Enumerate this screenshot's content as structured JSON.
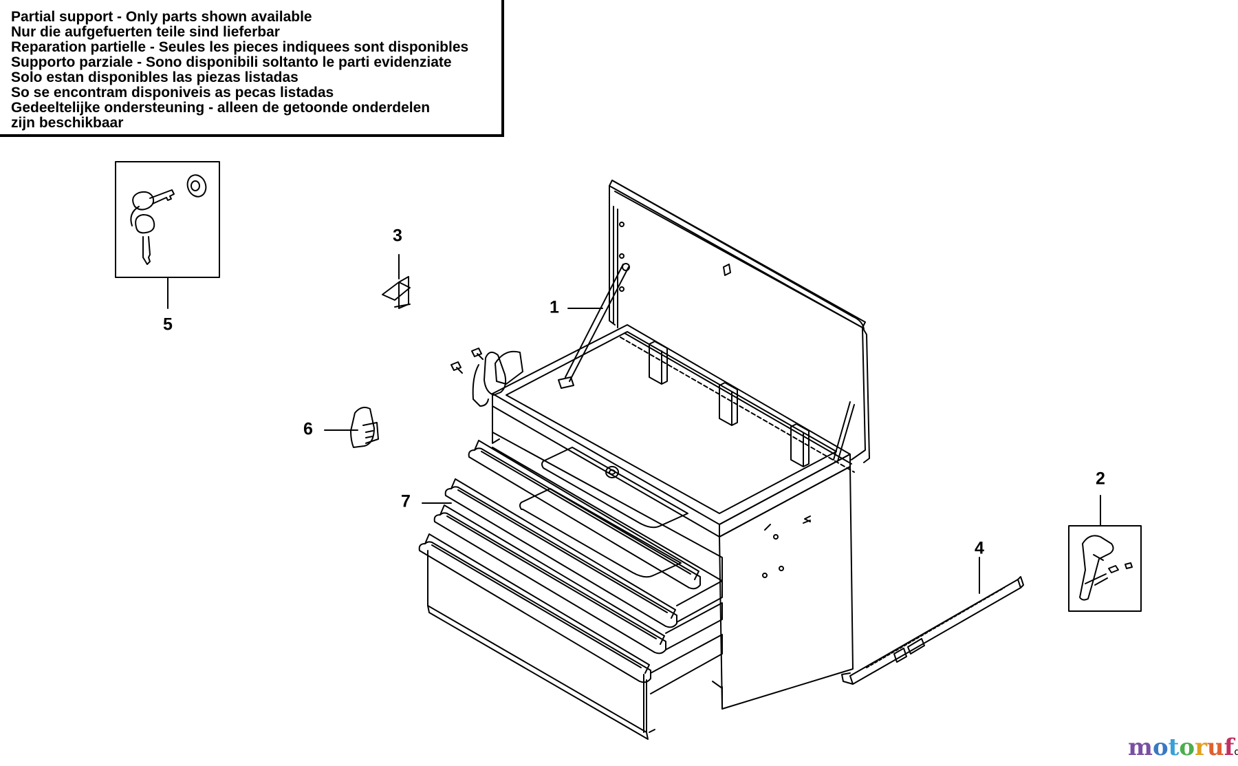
{
  "notice": {
    "lines": [
      "Partial support - Only parts shown available",
      "Nur die aufgefuerten teile sind lieferbar",
      "Reparation partielle - Seules les pieces indiquees sont disponibles",
      "Supporto parziale - Sono disponibili soltanto le parti evidenziate",
      "Solo estan disponibles las piezas listadas",
      "So se encontram disponiveis as pecas listadas",
      "Gedeeltelijke ondersteuning - alleen de getoonde onderdelen",
      "zijn beschikbaar"
    ]
  },
  "callouts": {
    "p1": "1",
    "p2": "2",
    "p3": "3",
    "p4": "4",
    "p5": "5",
    "p6": "6",
    "p7": "7"
  },
  "watermark": {
    "letters": [
      "m",
      "o",
      "t",
      "o",
      "r",
      "u",
      "f"
    ],
    "colors": [
      "#7a4fa3",
      "#3a78c2",
      "#3aa0d8",
      "#4cae4c",
      "#e0a020",
      "#e06030",
      "#c03060"
    ],
    "suffix": "de"
  }
}
